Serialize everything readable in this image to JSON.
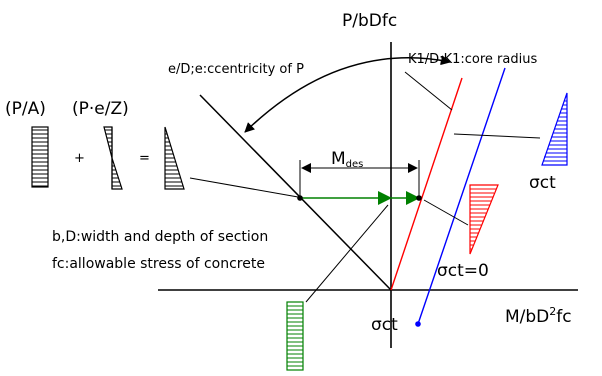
{
  "axes": {
    "y_label": "P/bDfc",
    "x_label_prefix": "M/bD",
    "x_label_sup": "2",
    "x_label_suffix": "fc"
  },
  "annotations": {
    "eccentricity": "e/D;e:ccentricity of P",
    "core_radius": "K1/D;K1:core radius",
    "m_des_main": "M",
    "m_des_sub": "des",
    "section_dims": "b,D:width and depth of section",
    "allowable_stress": "fc:allowable stress of concrete"
  },
  "stress_terms": {
    "axial": "(P/A)",
    "bending": "(P·e/Z)",
    "plus": "+",
    "equals": "="
  },
  "stress_labels": {
    "top_right": "σct",
    "middle_right": "σct=0",
    "bottom": "σct"
  },
  "colors": {
    "axis": "#000000",
    "red_line": "#ff0000",
    "blue_line": "#0000ff",
    "green_arrow": "#008000"
  }
}
